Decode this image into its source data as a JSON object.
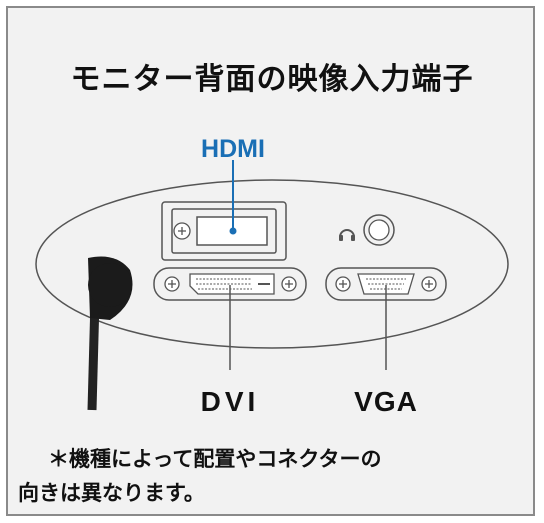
{
  "title": "モニター背面の映像入力端子",
  "labels": {
    "hdmi": "HDMI",
    "dvi": "DVI",
    "vga": "VGA"
  },
  "note": {
    "line1": "＊機種によって配置やコネクターの",
    "line2": "向きは異なります。"
  },
  "colors": {
    "accent": "#1a6fb5",
    "frame_bg": "#f2f2f2",
    "outline": "#555555"
  }
}
